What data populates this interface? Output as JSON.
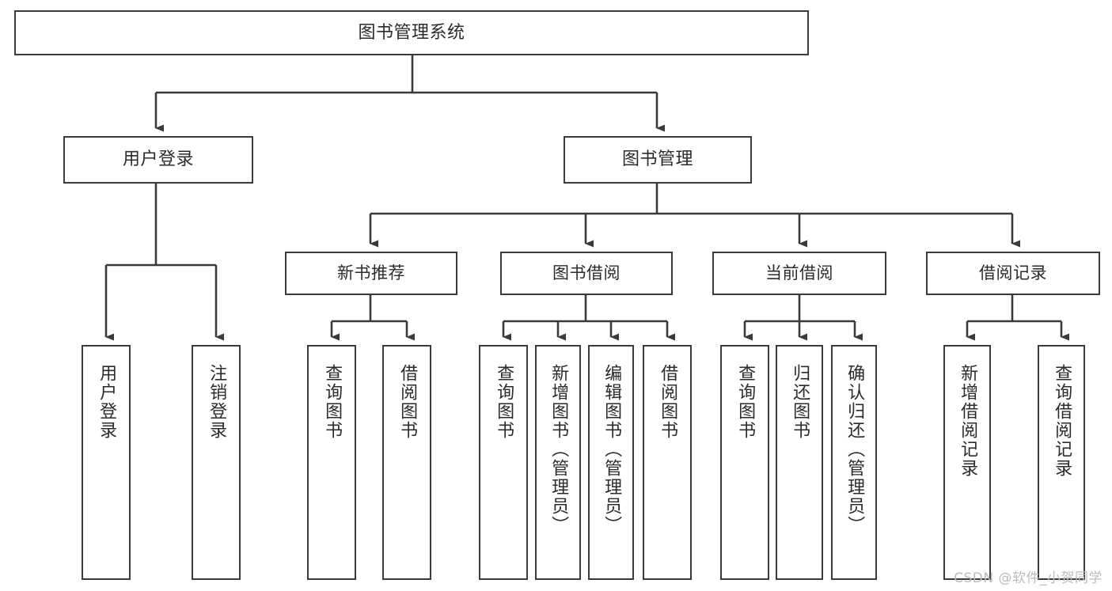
{
  "diagram": {
    "type": "tree",
    "title": "图书管理系统",
    "stroke_color": "#3a3a3a",
    "node_fill": "#ffffff",
    "text_color": "#2b2b2b",
    "root": {
      "label": "图书管理系统"
    },
    "level2": [
      {
        "label": "用户登录"
      },
      {
        "label": "图书管理"
      }
    ],
    "level3": [
      {
        "label": "新书推荐"
      },
      {
        "label": "图书借阅"
      },
      {
        "label": "当前借阅"
      },
      {
        "label": "借阅记录"
      }
    ],
    "leaves": {
      "user_login": [
        {
          "label": "用户登录"
        },
        {
          "label": "注销登录"
        }
      ],
      "new_book_recommend": [
        {
          "label": "查询图书"
        },
        {
          "label": "借阅图书"
        }
      ],
      "book_borrow": [
        {
          "label": "查询图书"
        },
        {
          "label": "新增图书（管理员）"
        },
        {
          "label": "编辑图书（管理员）"
        },
        {
          "label": "借阅图书"
        }
      ],
      "current_borrow": [
        {
          "label": "查询图书"
        },
        {
          "label": "归还图书"
        },
        {
          "label": "确认归还（管理员）"
        }
      ],
      "borrow_record": [
        {
          "label": "新增借阅记录"
        },
        {
          "label": "查询借阅记录"
        }
      ]
    }
  },
  "watermark": {
    "text": "CSDN @软件_小贺同学",
    "color": "#b9bcc0"
  }
}
